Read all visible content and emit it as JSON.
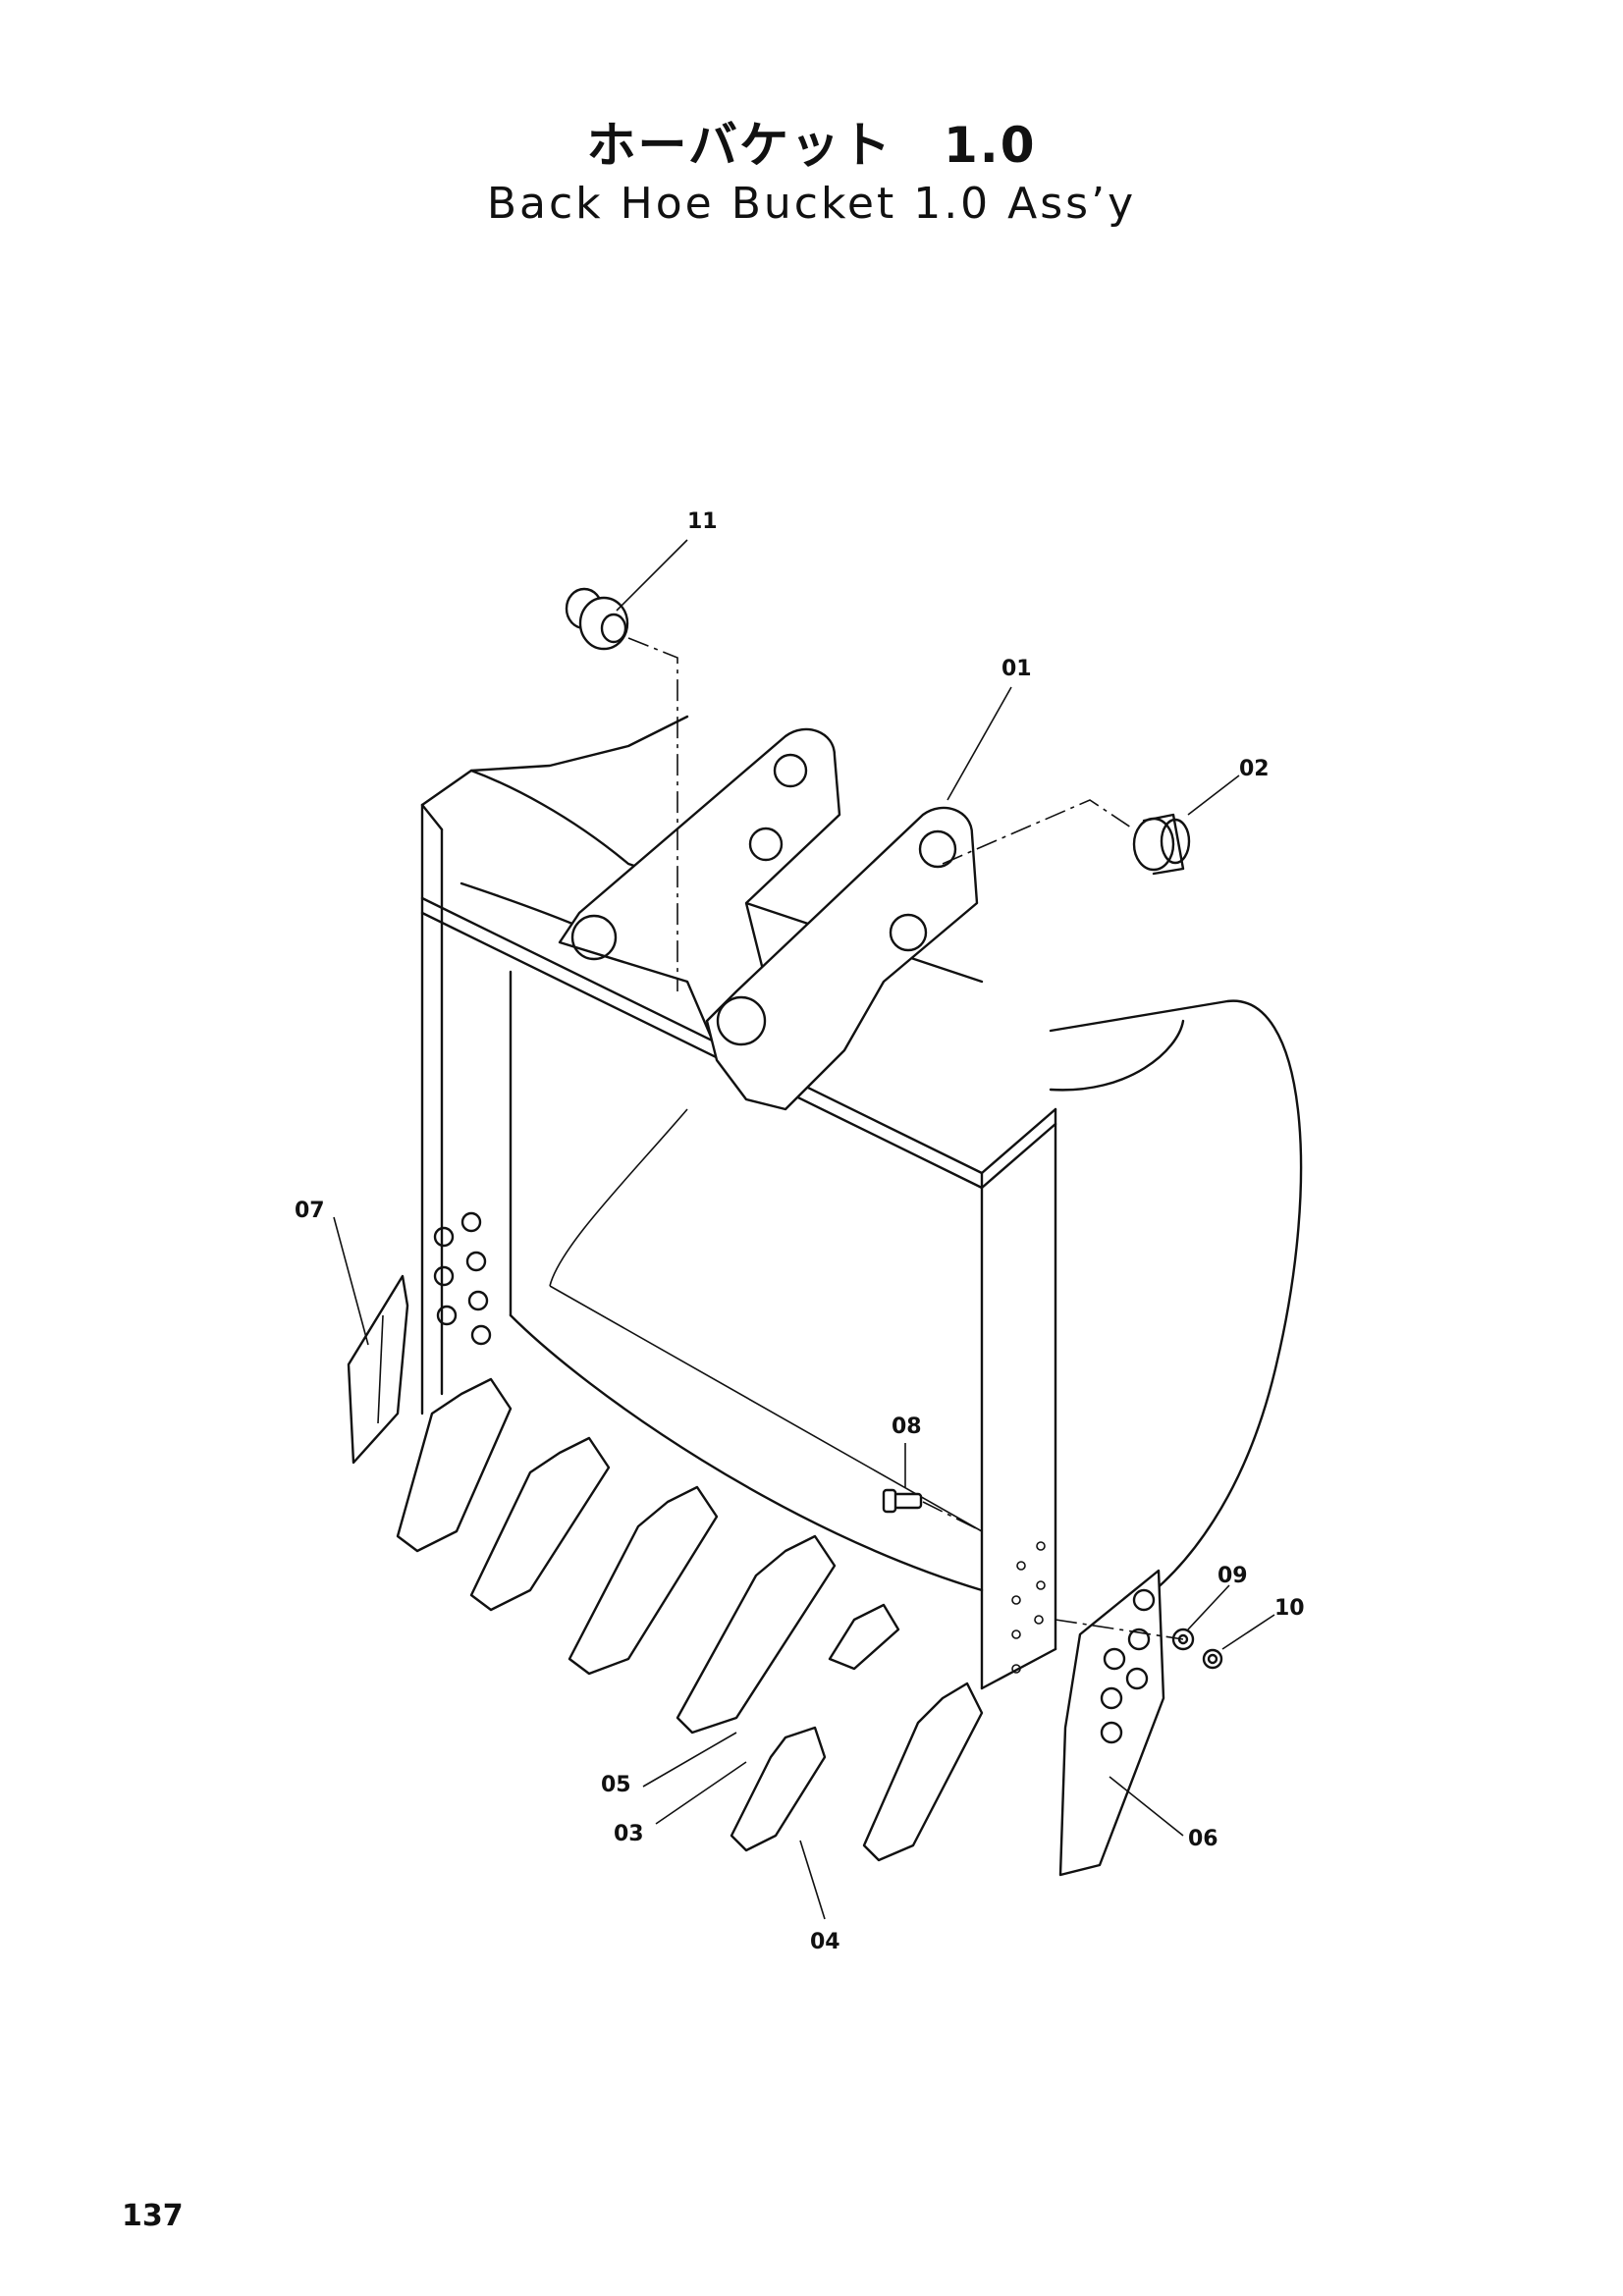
{
  "title": {
    "japanese": "ホーバケット　1.0",
    "english": "Back Hoe Bucket 1.0 Ass’y"
  },
  "callouts": {
    "c01": "01",
    "c02": "02",
    "c03": "03",
    "c04": "04",
    "c05": "05",
    "c06": "06",
    "c07": "07",
    "c08": "08",
    "c09": "09",
    "c10": "10",
    "c11": "11"
  },
  "page_number": "137"
}
